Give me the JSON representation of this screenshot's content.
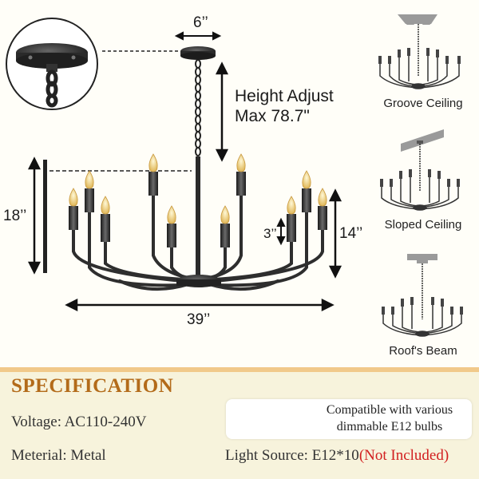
{
  "dimensions": {
    "canopy_width": "6’’",
    "height_adjust_line1": "Height Adjust",
    "height_adjust_line2": "Max 78.7\"",
    "total_height": "18’’",
    "candle_height": "3’’",
    "body_height": "14’’",
    "diameter": "39’’"
  },
  "installation": {
    "groove": "Groove Ceiling",
    "sloped": "Sloped Ceiling",
    "beam": "Roof's Beam"
  },
  "specification": {
    "title": "SPECIFICATION",
    "voltage": "Voltage: AC110-240V",
    "material": "Meterial: Metal",
    "bulb_compat_line1": "Compatible with various",
    "bulb_compat_line2": "dimmable E12 bulbs",
    "light_source": "Light Source: E12*10",
    "light_source_note": "(Not Included)"
  },
  "colors": {
    "accent": "#b36b1a",
    "warning": "#d21f1f",
    "fixture": "#2b2b2b",
    "panel": "#f7f3dc"
  }
}
